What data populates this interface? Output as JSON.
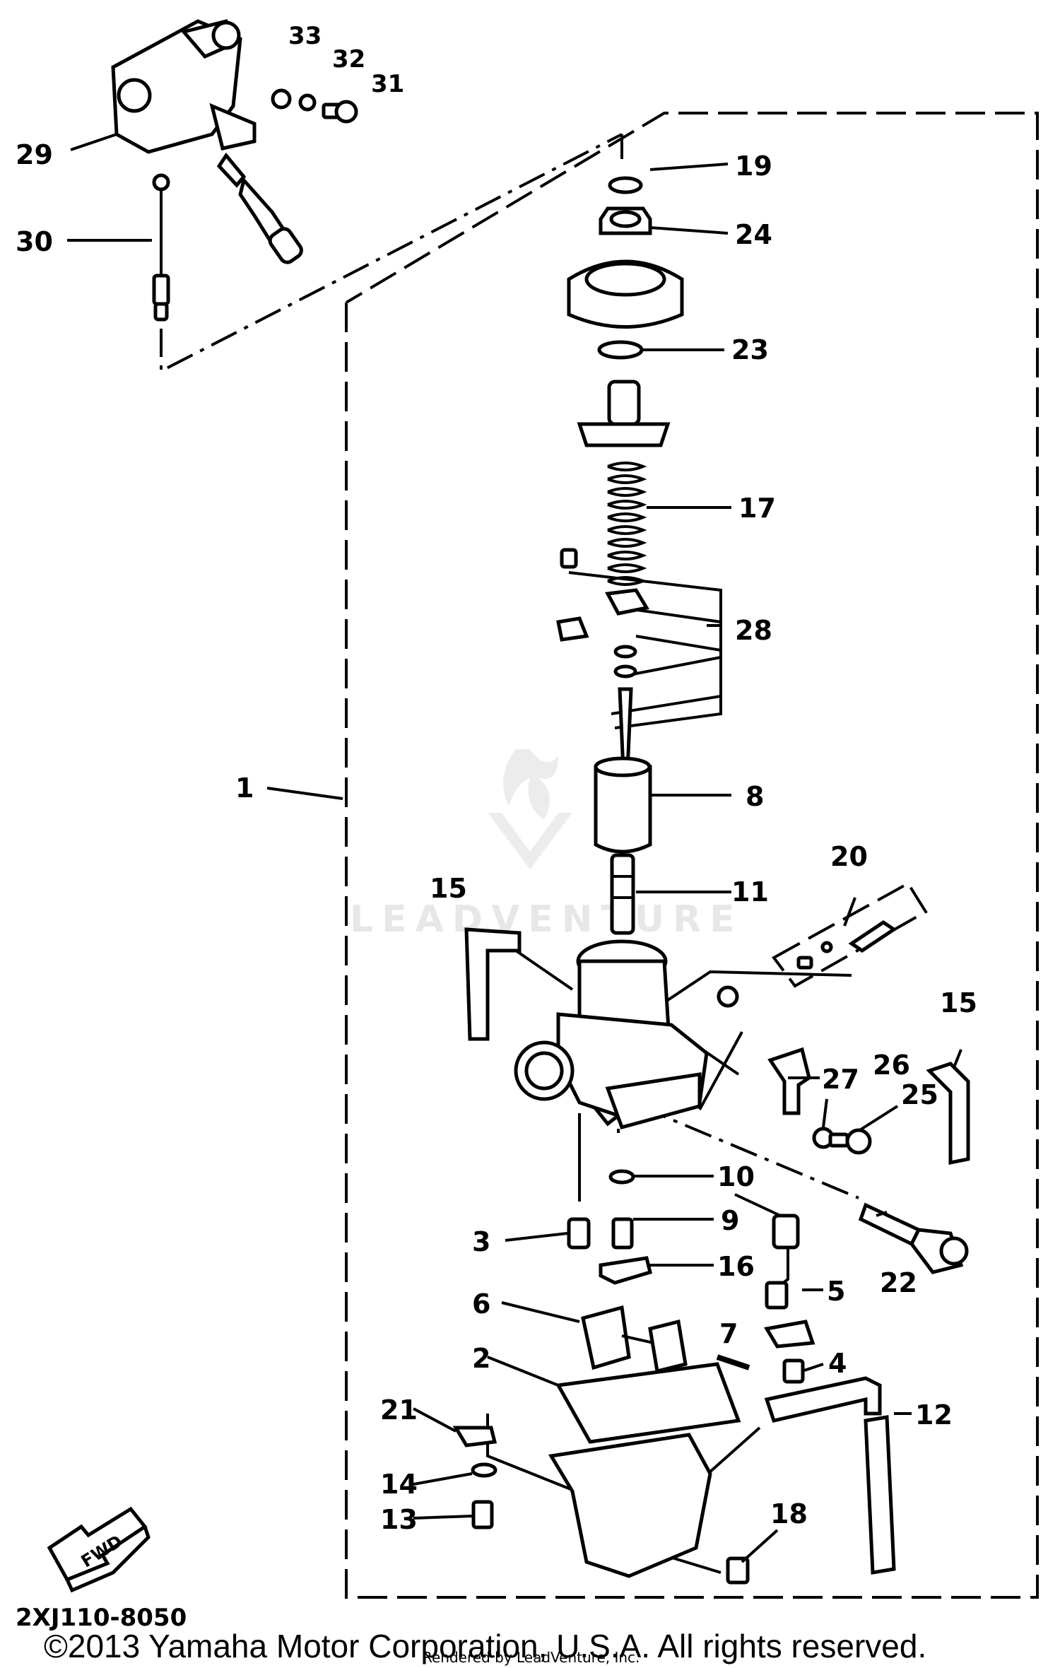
{
  "diagram": {
    "part_numbers": [
      "33",
      "32",
      "31",
      "29",
      "30",
      "19",
      "24",
      "23",
      "17",
      "28",
      "1",
      "8",
      "11",
      "15",
      "20",
      "15",
      "27",
      "26",
      "25",
      "10",
      "9",
      "3",
      "16",
      "22",
      "5",
      "6",
      "7",
      "4",
      "2",
      "12",
      "21",
      "14",
      "13",
      "18"
    ],
    "fwd_label": "FWD",
    "diagram_code": "2XJ110-8050",
    "watermark": "LEADVENTURE",
    "copyright": "©2013 Yamaha Motor Corporation, U.S.A. All rights reserved.",
    "rendered_by": "Rendered by LeadVenture, Inc."
  }
}
